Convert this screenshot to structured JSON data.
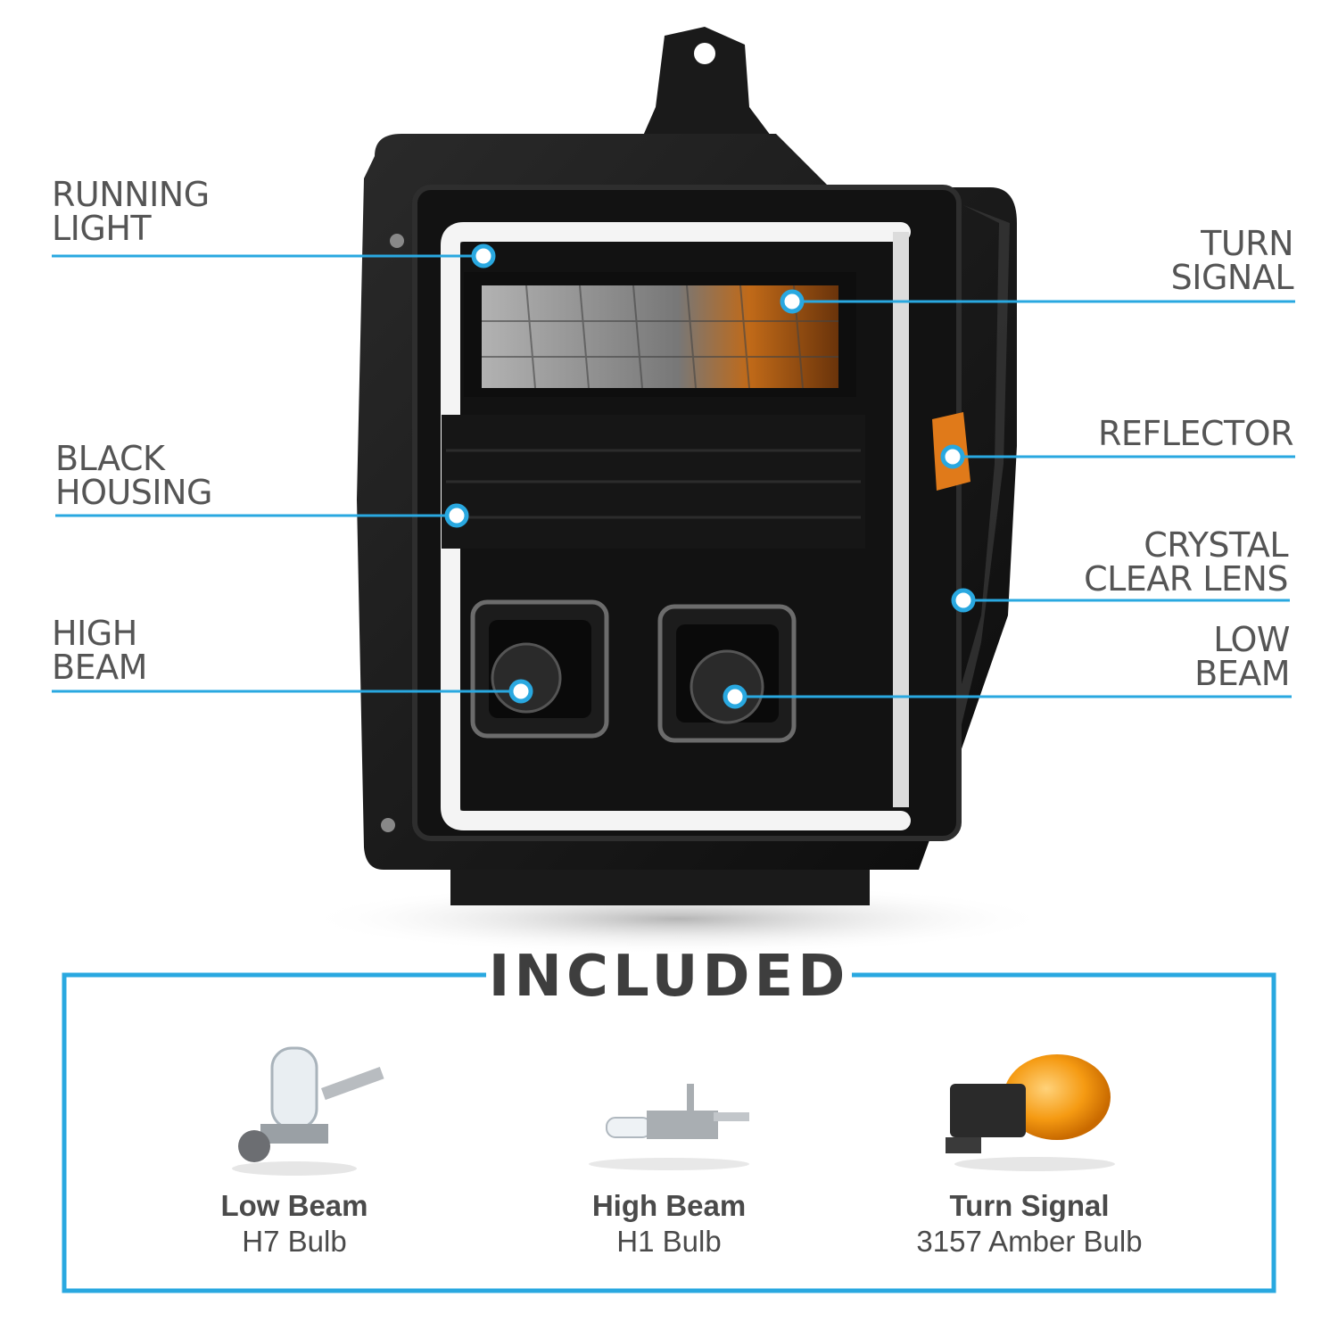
{
  "accent_color": "#29a8e0",
  "callouts": {
    "running_light": "RUNNING\nLIGHT",
    "black_housing": "BLACK\nHOUSING",
    "high_beam": "HIGH\nBEAM",
    "turn_signal": "TURN\nSIGNAL",
    "reflector": "REFLECTOR",
    "crystal_clear_lens": "CRYSTAL\nCLEAR LENS",
    "low_beam": "LOW\nBEAM"
  },
  "included": {
    "title": "INCLUDED",
    "bulbs": [
      {
        "name": "Low Beam",
        "type": "H7 Bulb",
        "icon": "h7-bulb-icon"
      },
      {
        "name": "High Beam",
        "type": "H1 Bulb",
        "icon": "h1-bulb-icon"
      },
      {
        "name": "Turn Signal",
        "type": "3157 Amber Bulb",
        "icon": "amber-bulb-icon"
      }
    ]
  }
}
